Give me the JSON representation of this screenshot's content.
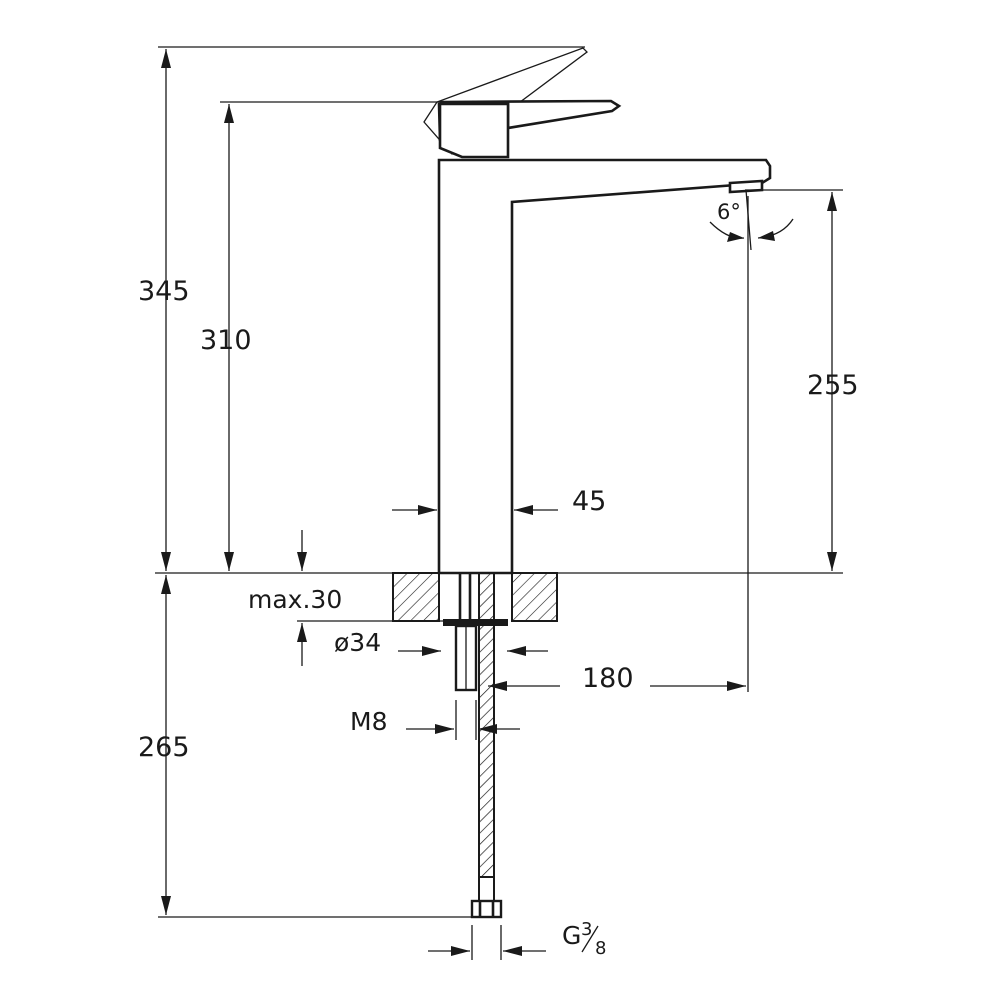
{
  "dimensions": {
    "overall_height": "345",
    "lever_height": "310",
    "spout_height": "255",
    "body_width": "45",
    "max_deck": "max.30",
    "hole_diameter": "ø34",
    "reach": "180",
    "stud": "M8",
    "below_deck": "265",
    "angle": "6°",
    "hose_thread_main": "G",
    "hose_thread_num": "3",
    "hose_thread_den": "8"
  }
}
